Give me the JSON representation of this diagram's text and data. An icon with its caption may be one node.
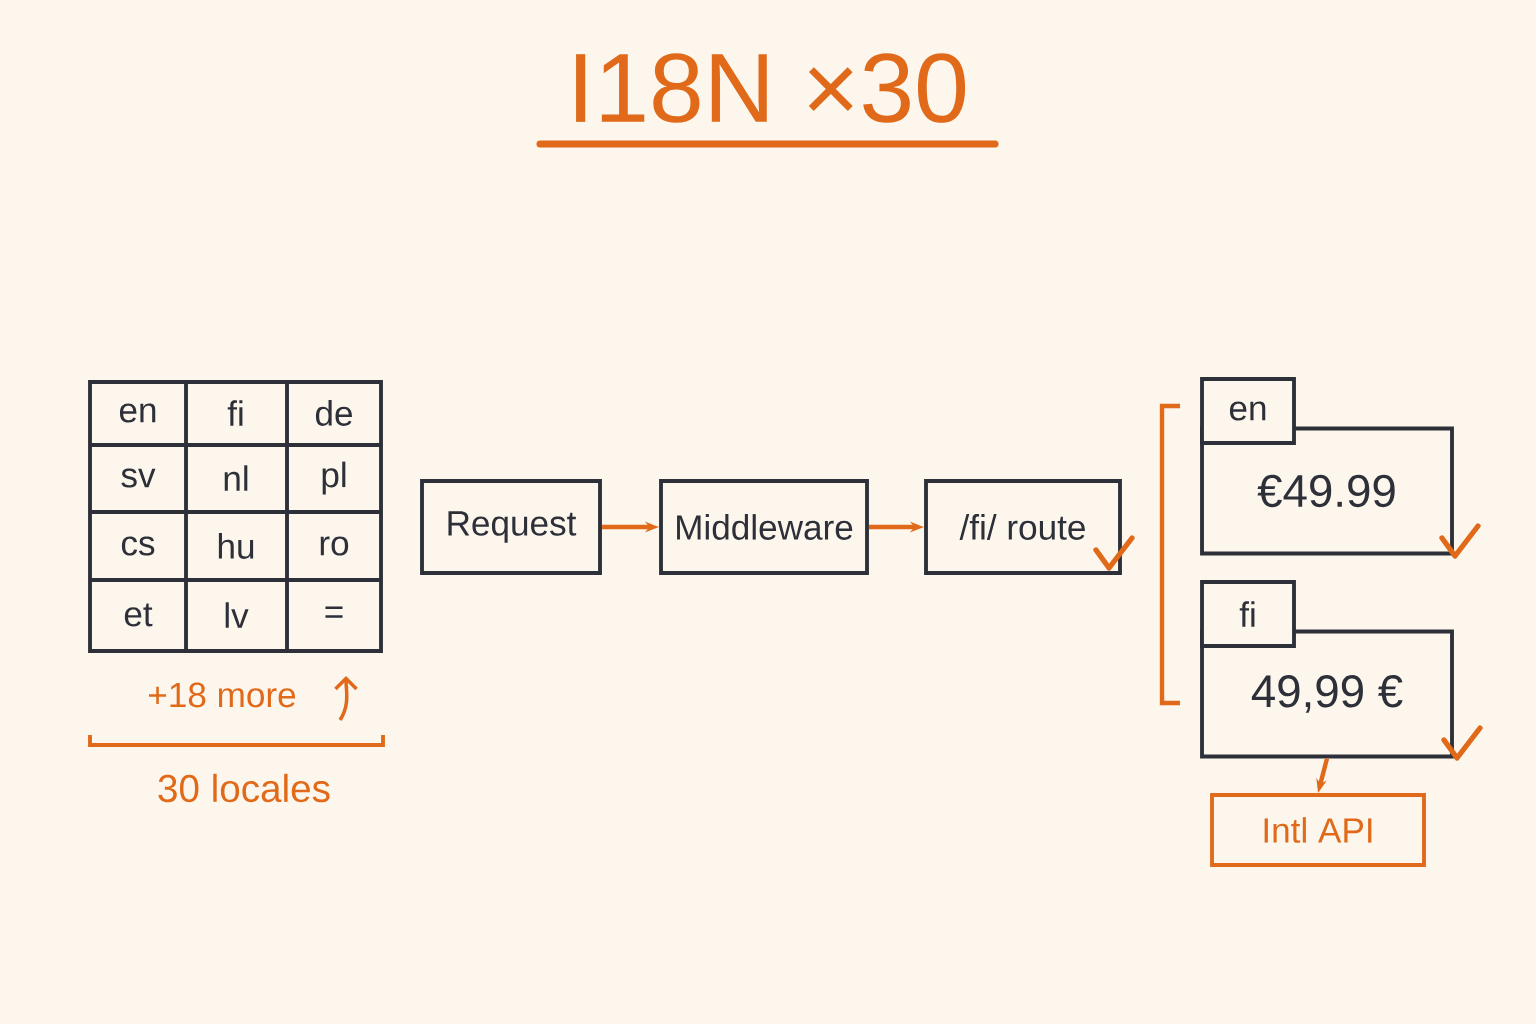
{
  "diagram": {
    "title": "I18N ×30",
    "nodes": [
      {
        "text": [
          "Request"
        ]
      },
      {
        "text": [
          "Middleware"
        ]
      },
      {
        "text": [
          "/fi/ route"
        ]
      },
      {
        "text": [
          "en",
          "€49.99"
        ]
      },
      {
        "text": [
          "fi",
          "49,99 €"
        ]
      },
      {
        "text": [
          "Intl API"
        ]
      }
    ],
    "edges": [
      {
        "from": 0,
        "to": 1,
        "arrow": "to"
      },
      {
        "from": 1,
        "to": 2,
        "arrow": "to"
      },
      {
        "from": 4,
        "to": 5,
        "arrow": "to"
      }
    ],
    "labels": [
      "en",
      "fi",
      "de",
      "sv",
      "nl",
      "pl",
      "cs",
      "hu",
      "ro",
      "et",
      "lv",
      "=",
      "+18 more",
      "30 locales"
    ]
  }
}
